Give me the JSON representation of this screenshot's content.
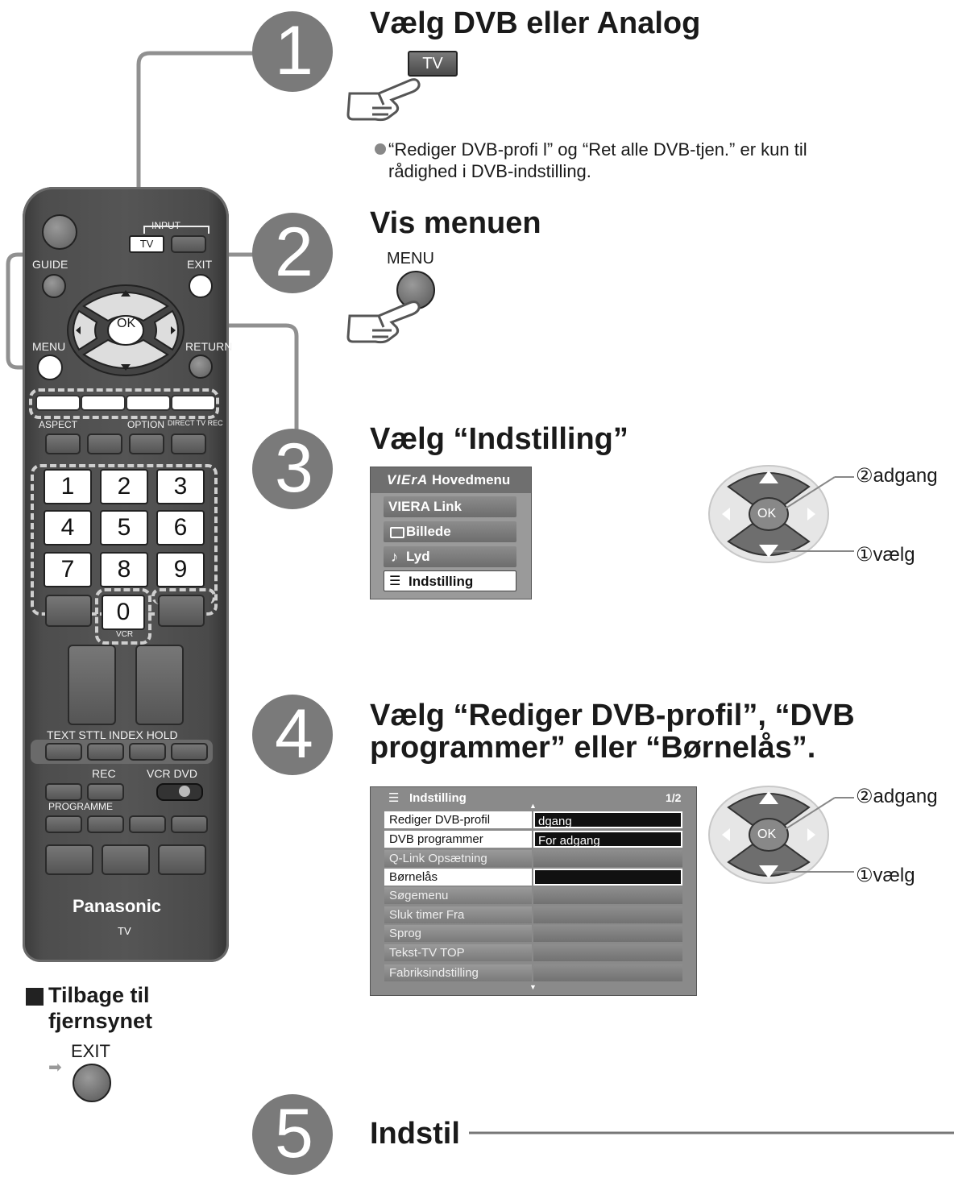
{
  "steps": [
    {
      "number": "1",
      "title": "Vælg DVB eller Analog",
      "button": "TV",
      "note": "“Rediger DVB-profi l” og “Ret alle DVB-tjen.” er kun til rådighed i DVB-indstilling."
    },
    {
      "number": "2",
      "title": "Vis menuen",
      "button": "MENU"
    },
    {
      "number": "3",
      "title": "Vælg “Indstilling”"
    },
    {
      "number": "4",
      "title": "Vælg “Rediger DVB-profil”, “DVB programmer” eller “Børnelås”."
    },
    {
      "number": "5",
      "title": "Indstil"
    }
  ],
  "navpad": {
    "ok": "OK",
    "access": "②adgang",
    "select": "①vælg"
  },
  "main_menu": {
    "logo": "VIErA",
    "title": "Hovedmenu",
    "items": [
      "VIERA Link",
      "Billede",
      "Lyd",
      "Indstilling"
    ],
    "selected": 3
  },
  "setup_menu": {
    "title": "Indstilling",
    "page": "1/2",
    "rows": [
      {
        "label": "Rediger DVB-profil",
        "value": "dgang"
      },
      {
        "label": "DVB programmer",
        "value": "For adgang"
      },
      {
        "label": "Q-Link Opsætning",
        "value": ""
      },
      {
        "label": "Børnelås",
        "value": ""
      },
      {
        "label": "Søgemenu",
        "value": ""
      },
      {
        "label": "Sluk timer Fra",
        "value": ""
      },
      {
        "label": "Sprog",
        "value": ""
      },
      {
        "label": "Tekst-TV TOP",
        "value": ""
      },
      {
        "label": "Fabriksindstilling",
        "value": ""
      }
    ]
  },
  "remote": {
    "input": "INPUT",
    "tv": "TV",
    "guide": "GUIDE",
    "exit": "EXIT",
    "ok": "OK",
    "menu": "MENU",
    "return": "RETURN",
    "row_labels": [
      "ASPECT",
      "OPTION",
      "DIRECT TV REC"
    ],
    "numbers": [
      "1",
      "2",
      "3",
      "4",
      "5",
      "6",
      "7",
      "8",
      "9",
      "0"
    ],
    "vcr": "VCR",
    "text_row": "TEXT STTL INDEX HOLD",
    "rec": "REC",
    "vcr_dvd": "VCR DVD",
    "programme": "PROGRAMME",
    "brand": "Panasonic",
    "model": "TV"
  },
  "back_section": {
    "title_line1": "Tilbage til",
    "title_line2": "fjernsynet",
    "button": "EXIT"
  }
}
